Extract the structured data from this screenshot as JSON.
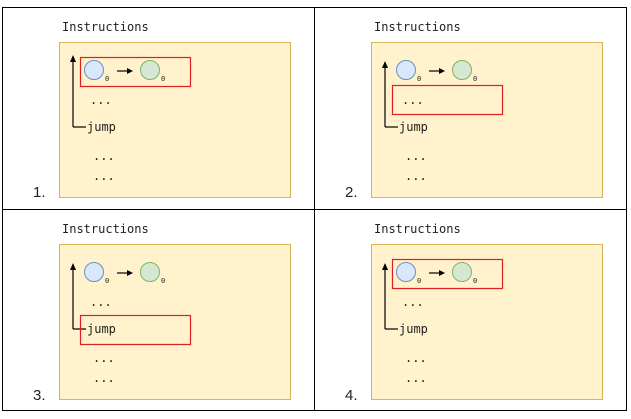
{
  "colors": {
    "border": "#000000",
    "instruction_fill": "#fff2cc",
    "instruction_stroke": "#d6b656",
    "highlight": "#e02020",
    "node_blue_fill": "#dae8fc",
    "node_blue_stroke": "#6c8ebf",
    "node_green_fill": "#d5e8d4",
    "node_green_stroke": "#82b366"
  },
  "panels": [
    {
      "label": "1.",
      "title": "Instructions",
      "node_sub_a": "0",
      "node_sub_b": "0",
      "lines": [
        "...",
        "jump",
        "...",
        "..."
      ],
      "highlight": "nodes"
    },
    {
      "label": "2.",
      "title": "Instructions",
      "node_sub_a": "0",
      "node_sub_b": "0",
      "lines": [
        "...",
        "jump",
        "...",
        "..."
      ],
      "highlight": "line-0"
    },
    {
      "label": "3.",
      "title": "Instructions",
      "node_sub_a": "0",
      "node_sub_b": "0",
      "lines": [
        "...",
        "jump",
        "...",
        "..."
      ],
      "highlight": "line-1"
    },
    {
      "label": "4.",
      "title": "Instructions",
      "node_sub_a": "0",
      "node_sub_b": "0",
      "lines": [
        "...",
        "jump",
        "...",
        "..."
      ],
      "highlight": "nodes"
    }
  ]
}
